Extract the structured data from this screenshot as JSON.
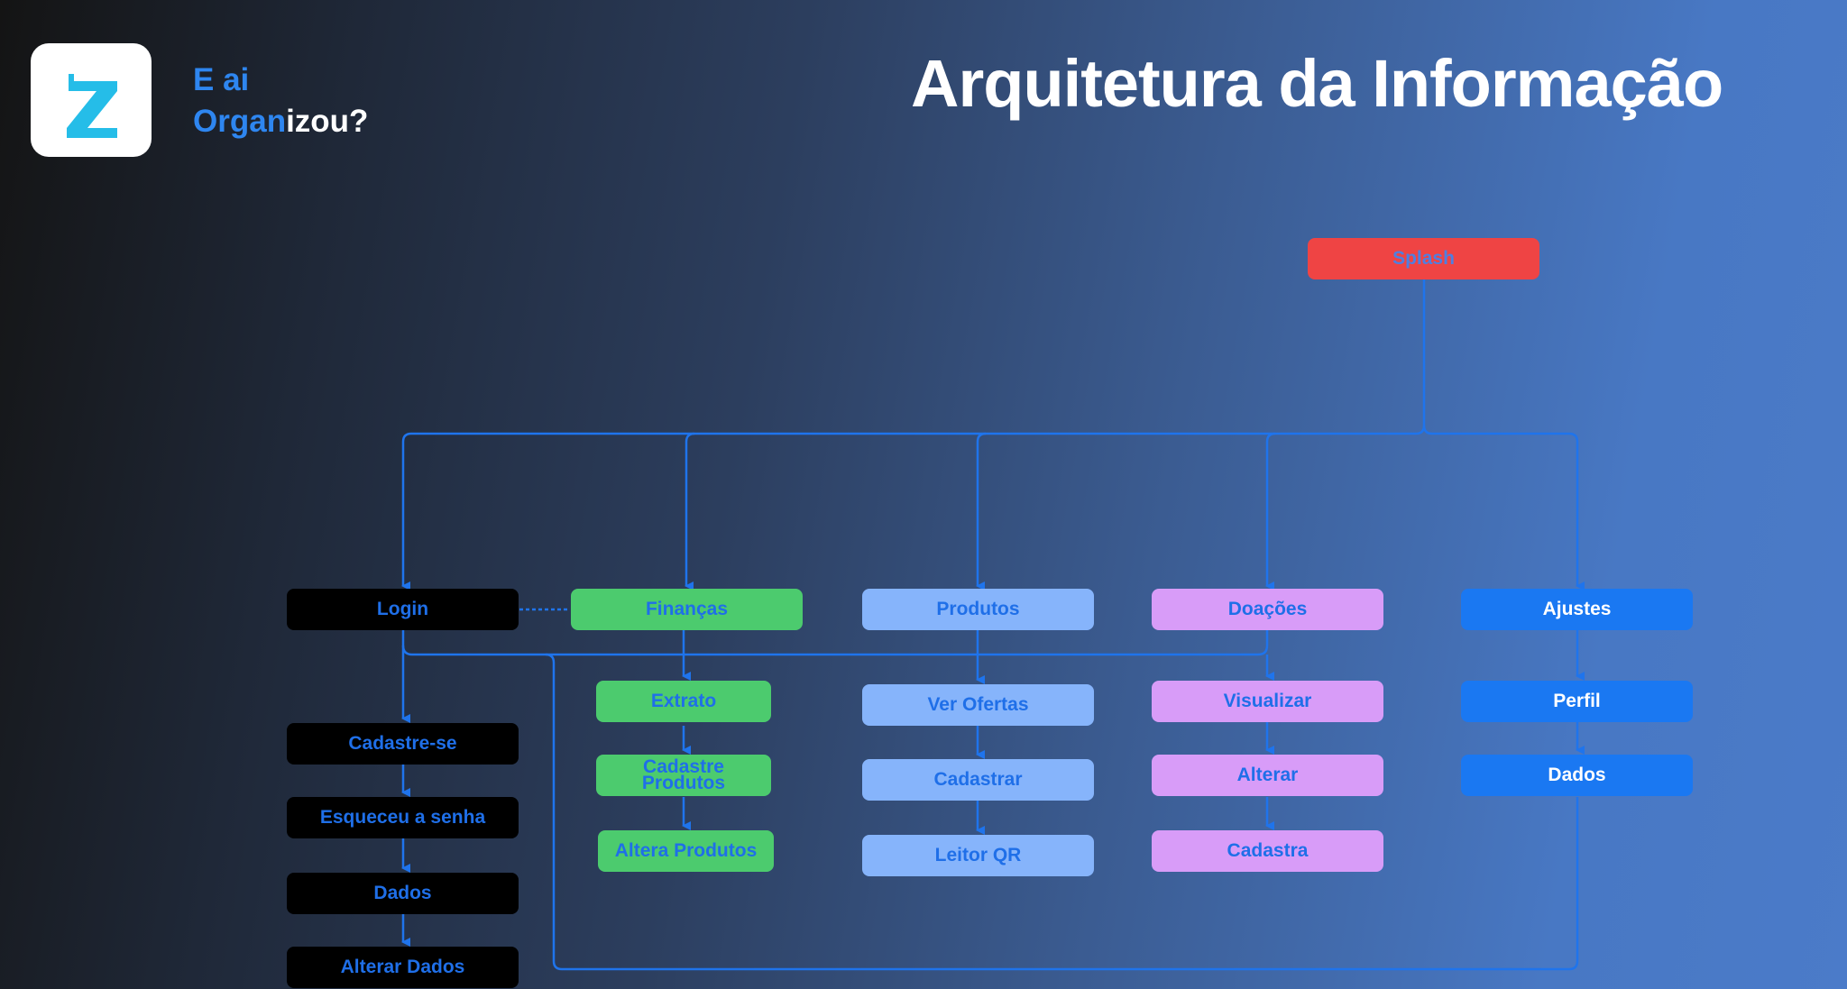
{
  "title": "Arquitetura da Informação",
  "brand": {
    "line1": "E ai",
    "line2_accent": "Organ",
    "line2_rest": "izou?",
    "logo_letter": "Z"
  },
  "colors": {
    "line": "#1f74ec",
    "login": "#000000",
    "financas": "#4ccb6e",
    "produtos": "#86b4fb",
    "doacoes": "#d89cf8",
    "ajustes": "#1a78f2",
    "splash": "#ef4444"
  },
  "nodes": {
    "splash": "Splash",
    "login": {
      "label": "Login",
      "children": [
        "Cadastre-se",
        "Esqueceu a senha",
        "Dados",
        "Alterar Dados"
      ]
    },
    "financas": {
      "label": "Finanças",
      "children": [
        "Extrato",
        "Cadastre Produtos",
        "Altera Produtos"
      ]
    },
    "produtos": {
      "label": "Produtos",
      "children": [
        "Ver Ofertas",
        "Cadastrar",
        "Leitor QR"
      ]
    },
    "doacoes": {
      "label": "Doações",
      "children": [
        "Visualizar",
        "Alterar",
        "Cadastra"
      ]
    },
    "ajustes": {
      "label": "Ajustes",
      "children": [
        "Perfil",
        "Dados"
      ]
    }
  }
}
